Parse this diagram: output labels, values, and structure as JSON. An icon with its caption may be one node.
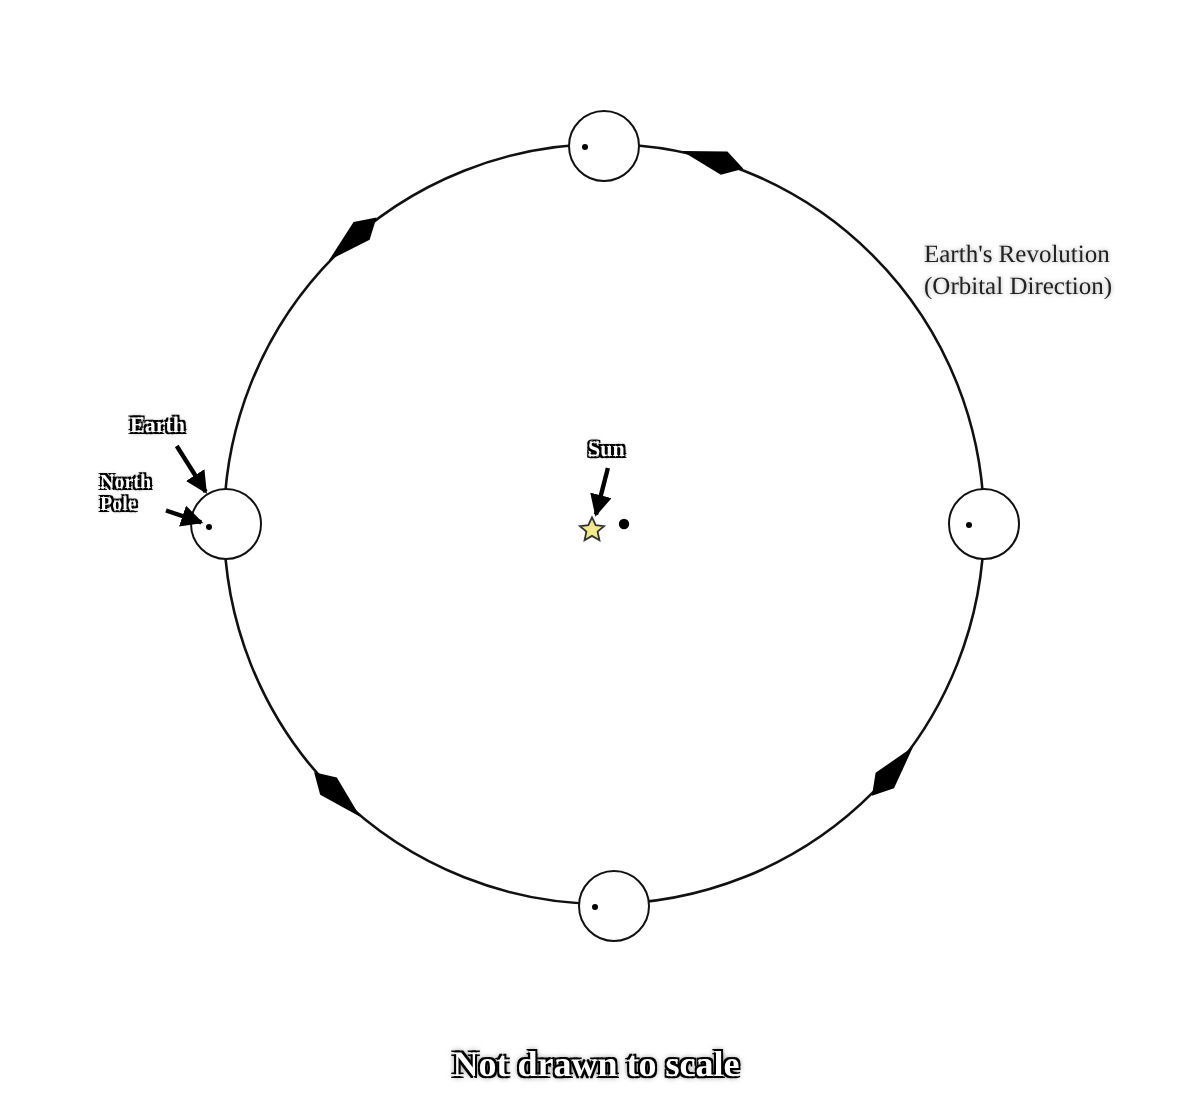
{
  "diagram": {
    "caption": "Not drawn to scale",
    "nodes": [
      {
        "text": [],
        "shape": "circle"
      },
      {
        "text": [
          "Earth"
        ]
      },
      {
        "text": [
          "North Pole"
        ]
      },
      {
        "text": [],
        "shape": "circle"
      },
      {
        "text": [],
        "shape": "circle",
        "in": 3
      },
      {
        "text": [
          "Sun"
        ]
      },
      {
        "text": [],
        "shape": "star"
      },
      {
        "text": [],
        "shape": "circle"
      },
      {
        "text": [],
        "shape": "circle"
      }
    ],
    "edges": [
      {
        "from": 1,
        "to": 3,
        "arrow": "to"
      },
      {
        "from": 2,
        "to": 4,
        "arrow": "to"
      },
      {
        "from": 5,
        "to": 6,
        "arrow": "to"
      }
    ],
    "labels": [
      "Earth's Revolution (Orbital Direction)"
    ]
  }
}
